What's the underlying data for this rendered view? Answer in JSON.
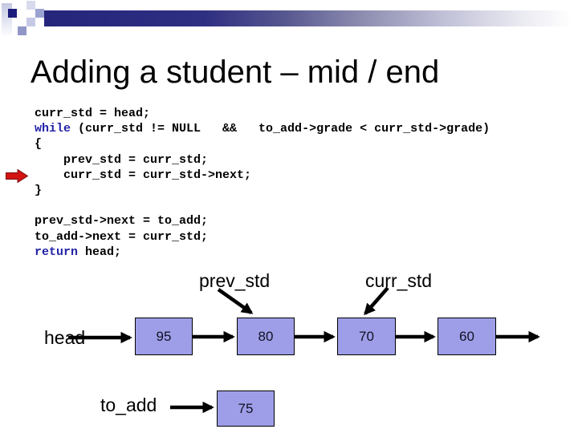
{
  "slide": {
    "title": "Adding a student – mid / end"
  },
  "code": {
    "keyword_color": "#2323a8",
    "lines": [
      {
        "text": "curr_std = head;"
      },
      {
        "kw": "while",
        "text": " (curr_std != NULL   &&   to_add->grade < curr_std->grade)"
      },
      {
        "text": "{"
      },
      {
        "text": "    prev_std = curr_std;"
      },
      {
        "text": "    curr_std = curr_std->next;"
      },
      {
        "text": "}"
      },
      {
        "text": ""
      },
      {
        "text": "prev_std->next = to_add;"
      },
      {
        "text": "to_add->next = curr_std;"
      },
      {
        "kw": "return",
        "text": " head;"
      }
    ],
    "marked_line": "curr_std = curr_std->next;"
  },
  "icons": {
    "current_line_marker": "red-right-block-arrow"
  },
  "diagram": {
    "node_fill": "#9e9ee8",
    "head_label": "head",
    "prev_label": "prev_std",
    "curr_label": "curr_std",
    "to_add_label": "to_add",
    "nodes": [
      {
        "value": "95"
      },
      {
        "value": "80"
      },
      {
        "value": "70"
      },
      {
        "value": "60"
      }
    ],
    "to_add_node": {
      "value": "75"
    }
  }
}
